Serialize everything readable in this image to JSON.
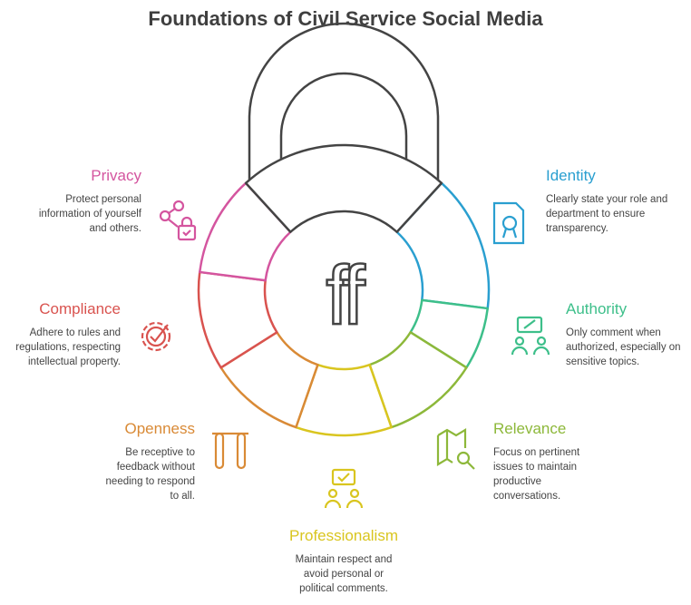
{
  "title": "Foundations of Civil Service Social Media",
  "center_logo": "ff",
  "items": {
    "privacy": {
      "title": "Privacy",
      "desc": "Protect personal information of yourself and others.",
      "color": "#d4559f",
      "icon": "share-lock-icon"
    },
    "identity": {
      "title": "Identity",
      "desc": "Clearly state your role and department to ensure transparency.",
      "color": "#2a9fd0",
      "icon": "certificate-icon"
    },
    "compliance": {
      "title": "Compliance",
      "desc": "Adhere to rules and regulations, respecting intellectual property.",
      "color": "#d9534f",
      "icon": "gear-check-icon"
    },
    "authority": {
      "title": "Authority",
      "desc": "Only comment when authorized, especially on sensitive topics.",
      "color": "#3dbf8a",
      "icon": "people-approval-icon"
    },
    "openness": {
      "title": "Openness",
      "desc": "Be receptive to feedback without needing to respond to all.",
      "color": "#d98a36",
      "icon": "hanging-rings-icon"
    },
    "relevance": {
      "title": "Relevance",
      "desc": "Focus on pertinent issues to maintain productive conversations.",
      "color": "#8db83a",
      "icon": "map-search-icon"
    },
    "professionalism": {
      "title": "Professionalism",
      "desc": "Maintain respect and avoid personal or political comments.",
      "color": "#d9c51f",
      "icon": "people-chat-check-icon"
    }
  }
}
